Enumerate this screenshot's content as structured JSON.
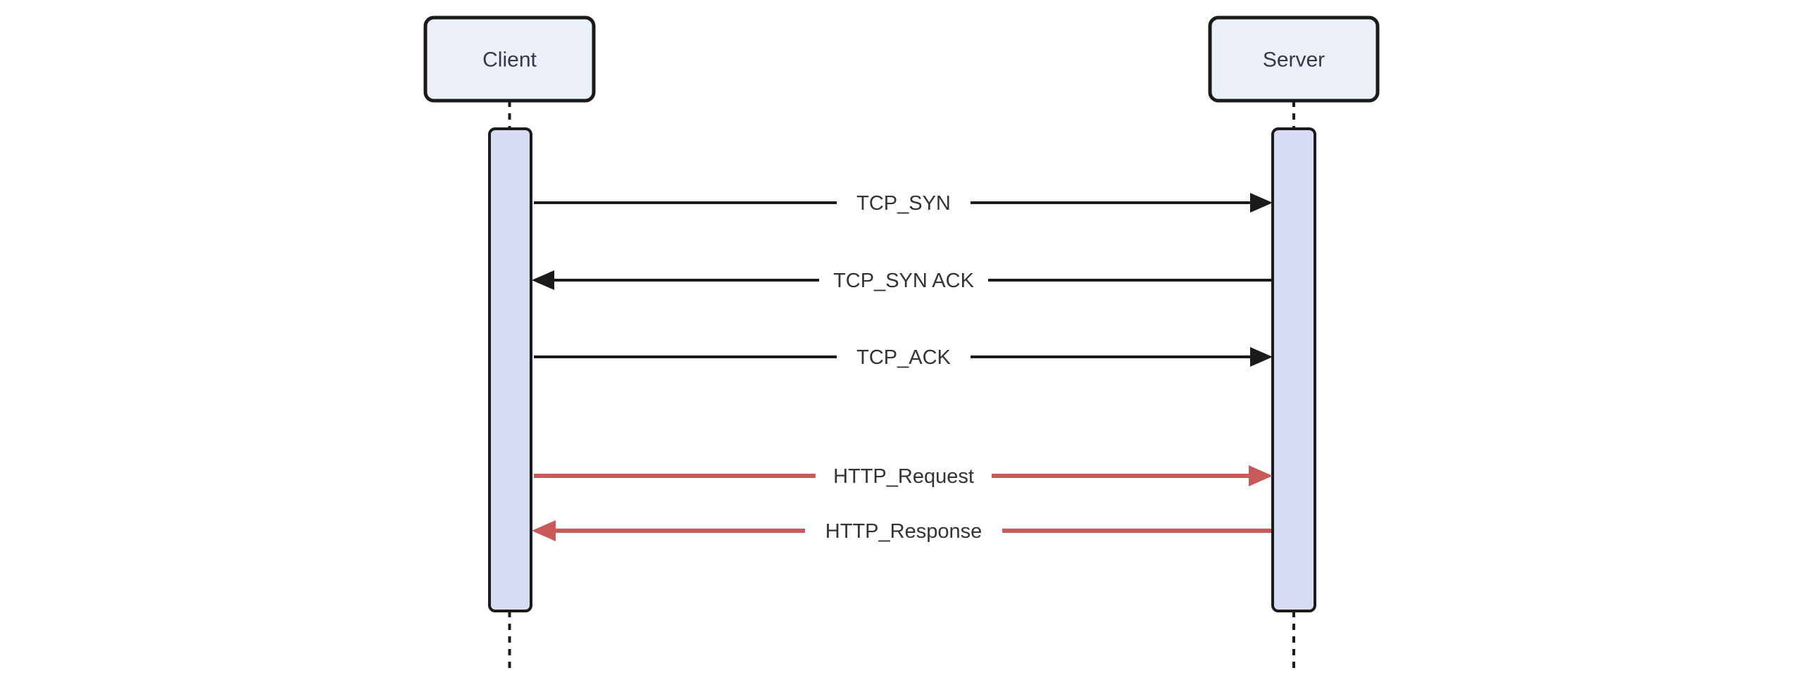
{
  "diagram_type": "sequence-diagram",
  "background": "#ffffff",
  "actors": [
    {
      "name": "Client"
    },
    {
      "name": "Server"
    }
  ],
  "messages": [
    {
      "label": "TCP_SYN",
      "from": "Client",
      "to": "Server",
      "direction": "right",
      "color": "#1b1b1b",
      "style": "solid-filled-arrow"
    },
    {
      "label": "TCP_SYN ACK",
      "from": "Server",
      "to": "Client",
      "direction": "left",
      "color": "#1b1b1b",
      "style": "solid-filled-arrow"
    },
    {
      "label": "TCP_ACK",
      "from": "Client",
      "to": "Server",
      "direction": "right",
      "color": "#1b1b1b",
      "style": "solid-filled-arrow"
    },
    {
      "label": "HTTP_Request",
      "from": "Client",
      "to": "Server",
      "direction": "right",
      "color": "#c85a5a",
      "style": "solid-filled-arrow"
    },
    {
      "label": "HTTP_Response",
      "from": "Server",
      "to": "Client",
      "direction": "left",
      "color": "#c85a5a",
      "style": "solid-filled-arrow"
    }
  ],
  "colors": {
    "actor_fill": "#ecf0fb",
    "actor_border": "#1b1b1b",
    "actor_text": "#333946",
    "activation_fill": "#d7dbf4",
    "activation_border": "#1b1b1b",
    "lifeline": "#1b1b1b",
    "message_text": "#333333",
    "tcp_message_color": "#1b1b1b",
    "http_message_color": "#c85a5a"
  }
}
